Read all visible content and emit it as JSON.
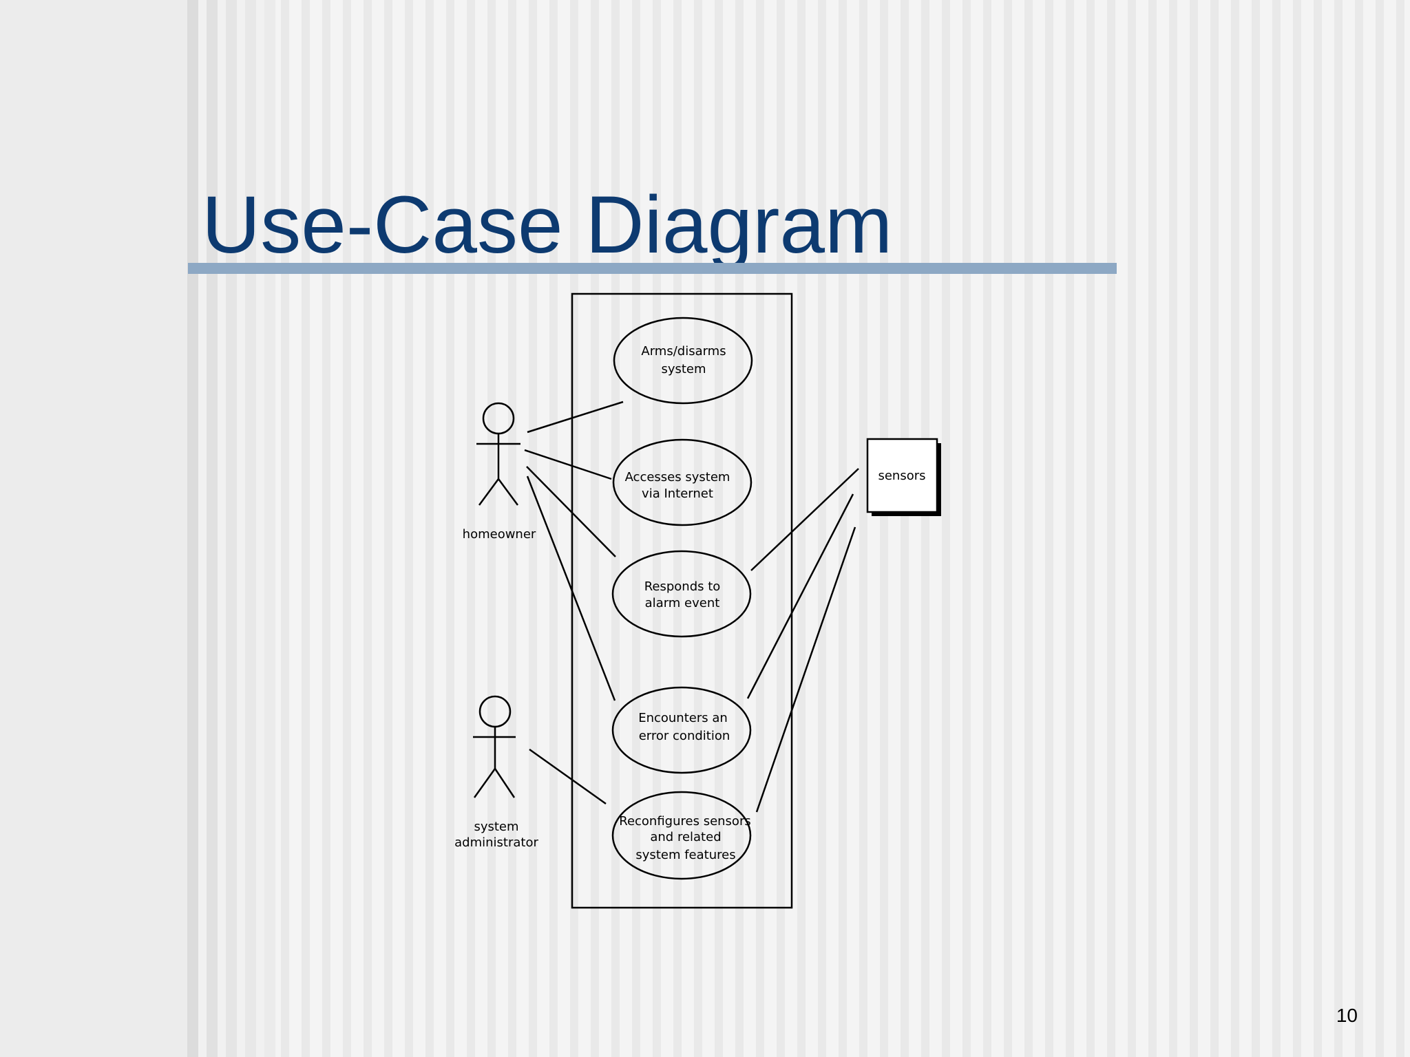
{
  "slide": {
    "title": "Use-Case Diagram",
    "page_number": "10"
  },
  "diagram": {
    "actors": {
      "homeowner": "homeowner",
      "sysadmin": [
        "system",
        "administrator"
      ],
      "sensors": "sensors"
    },
    "use_cases": {
      "arms": [
        "Arms/disarms",
        "system"
      ],
      "access": [
        "Accesses system",
        "via Internet"
      ],
      "alarm": [
        "Responds to",
        "alarm event"
      ],
      "error": [
        "Encounters an",
        "error condition"
      ],
      "reconfig": [
        "Reconfigures sensors",
        "and related",
        "system features"
      ]
    }
  }
}
